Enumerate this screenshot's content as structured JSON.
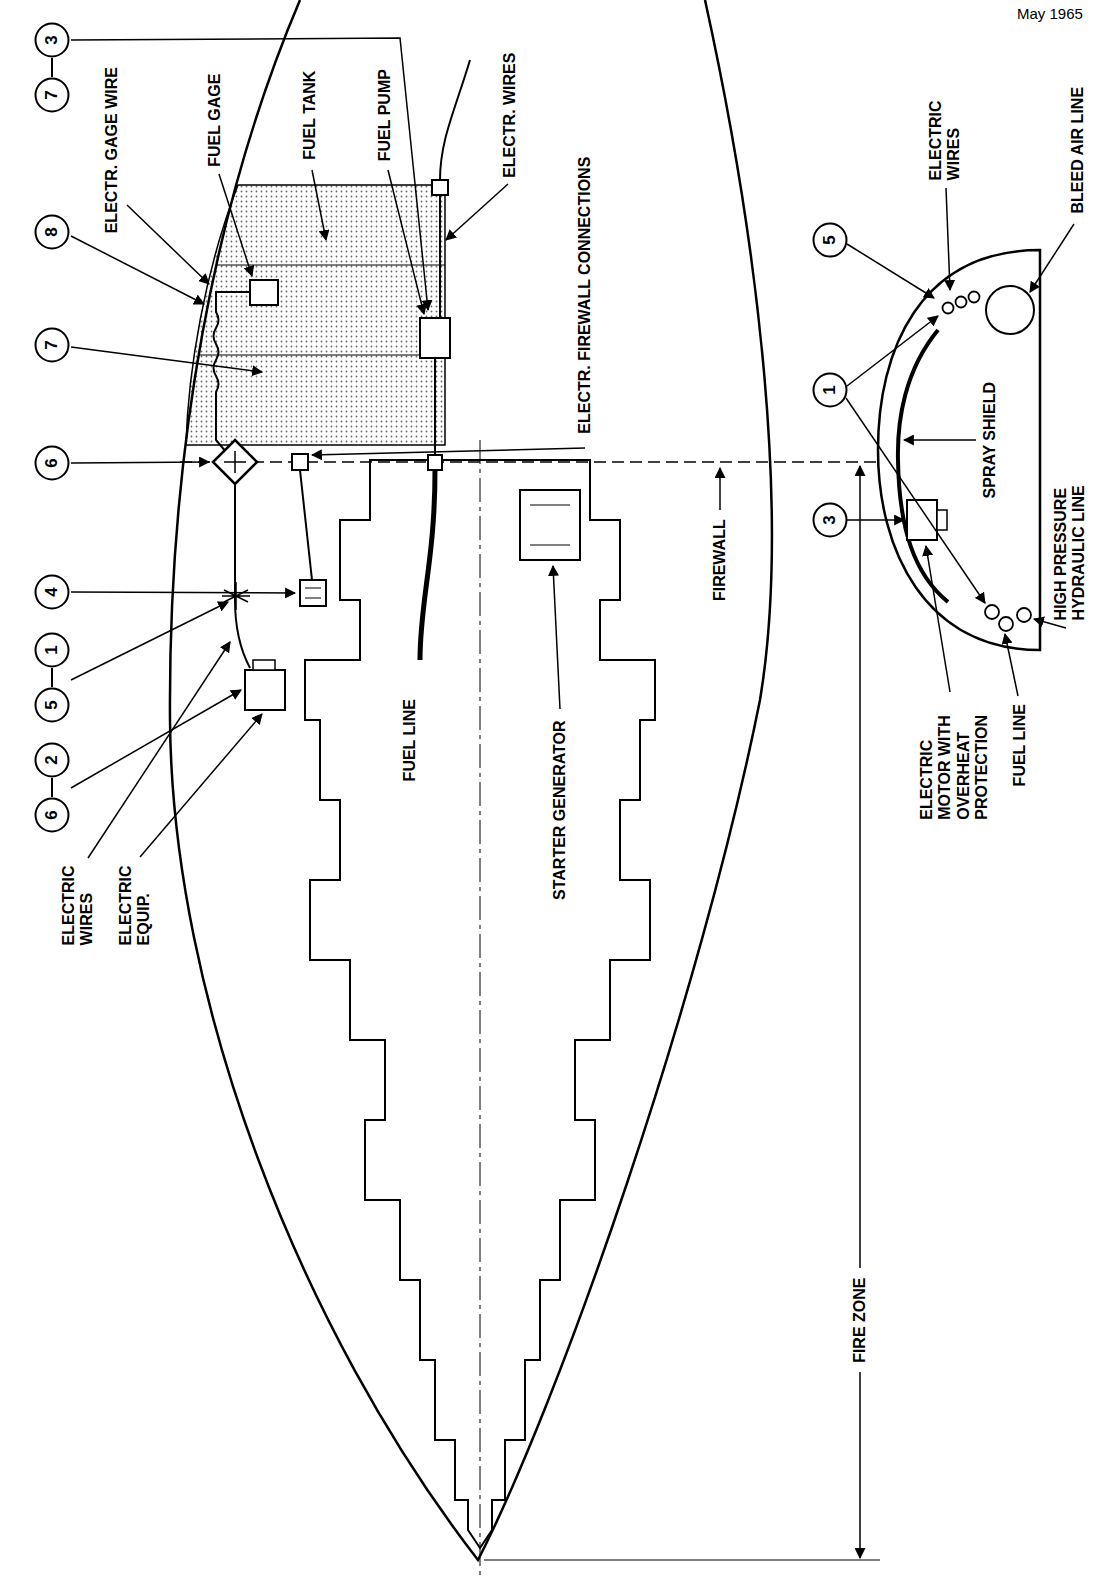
{
  "diagram": {
    "nodes": [
      {
        "text": [
          "6"
        ]
      },
      {
        "text": [
          "2"
        ]
      },
      {
        "text": [
          "5"
        ]
      },
      {
        "text": [
          "1"
        ]
      },
      {
        "text": [
          "4"
        ]
      },
      {
        "text": [
          "6"
        ]
      },
      {
        "text": [
          "7"
        ]
      },
      {
        "text": [
          "8"
        ]
      },
      {
        "text": [
          "7"
        ]
      },
      {
        "text": [
          "3"
        ]
      },
      {
        "text": [
          "5"
        ]
      },
      {
        "text": [
          "1"
        ]
      },
      {
        "text": [
          "3"
        ]
      }
    ],
    "edges": [
      {
        "from": 0,
        "to": 1,
        "arrow": "none"
      },
      {
        "from": 2,
        "to": 3,
        "arrow": "none"
      },
      {
        "from": 8,
        "to": 9,
        "arrow": "none"
      }
    ],
    "labels": [
      "May 1965",
      "ELECTRIC WIRES",
      "ELECTRIC EQUIP.",
      "FUEL LINE",
      "STARTER GENERATOR",
      "FIRE ZONE",
      "FIREWALL",
      "ELECTR. FIREWALL CONNECTIONS",
      "ELECTR. GAGE WIRE",
      "FUEL GAGE",
      "FUEL TANK",
      "FUEL PUMP",
      "ELECTR. WIRES",
      "ELECTRIC WIRES",
      "BLEED AIR LINE",
      "SPRAY SHIELD",
      "ELECTRIC MOTOR WITH OVERHEAT PROTECTION",
      "FUEL LINE",
      "HIGH PRESSURE HYDRAULIC LINE"
    ]
  }
}
